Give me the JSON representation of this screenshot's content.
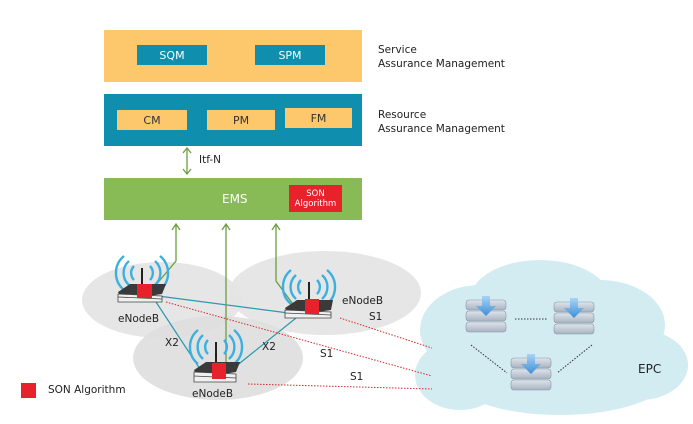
{
  "colors": {
    "service_band": "#fcc86b",
    "resource_band": "#0f8fad",
    "ems_band": "#88bb55",
    "son_red": "#e8222b",
    "cell_gray": "#e3e3e3",
    "cloud": "#d3ecf1",
    "x2_line": "#2a9aad",
    "s1_line": "#d42a2a",
    "arrow_green": "#6b9e40"
  },
  "service_layer": {
    "boxes": [
      "SQM",
      "SPM"
    ],
    "label_line1": "Service",
    "label_line2": "Assurance Management"
  },
  "resource_layer": {
    "boxes": [
      "CM",
      "PM",
      "FM"
    ],
    "label_line1": "Resource",
    "label_line2": "Assurance Management"
  },
  "interface": {
    "label": "Itf-N"
  },
  "ems": {
    "label": "EMS",
    "son_line1": "SON",
    "son_line2": "Algorithm"
  },
  "enodebs": [
    {
      "label": "eNodeB"
    },
    {
      "label": "eNodeB"
    },
    {
      "label": "eNodeB"
    }
  ],
  "links": {
    "x2_left": "X2",
    "x2_right": "X2",
    "s1_a": "S1",
    "s1_b": "S1",
    "s1_c": "S1"
  },
  "epc": {
    "label": "EPC"
  },
  "legend": {
    "label": "SON Algorithm"
  }
}
